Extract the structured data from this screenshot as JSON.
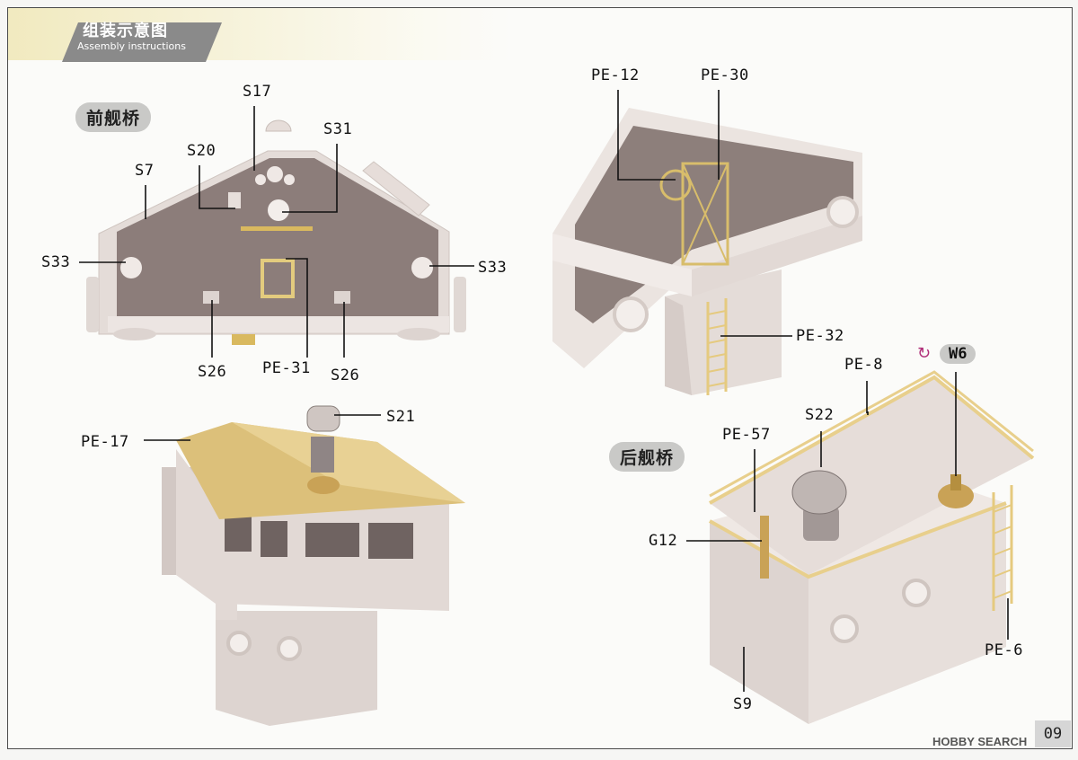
{
  "header": {
    "title_cn": "组装示意图",
    "title_en": "Assembly instructions"
  },
  "sections": {
    "front_bridge": "前舰桥",
    "rear_bridge": "后舰桥"
  },
  "labels": {
    "s17": "S17",
    "s20": "S20",
    "s31": "S31",
    "s7": "S7",
    "s33_left": "S33",
    "s33_right": "S33",
    "s26_left": "S26",
    "pe31": "PE-31",
    "s26_right": "S26",
    "pe12": "PE-12",
    "pe30": "PE-30",
    "pe32": "PE-32",
    "pe17": "PE-17",
    "s21": "S21",
    "pe8": "PE-8",
    "w6": "W6",
    "s22": "S22",
    "pe57": "PE-57",
    "g12": "G12",
    "pe6": "PE-6",
    "s9": "S9"
  },
  "page_number": "09",
  "watermark": "HOBBY SEARCH",
  "colors": {
    "part_grey": "#d8cfcb",
    "photo_etch": "#e8cf8c",
    "brass": "#c9a256",
    "interior": "#8c7d7a",
    "leader": "#111111"
  },
  "icons": {
    "rotate": "rotate-icon"
  }
}
